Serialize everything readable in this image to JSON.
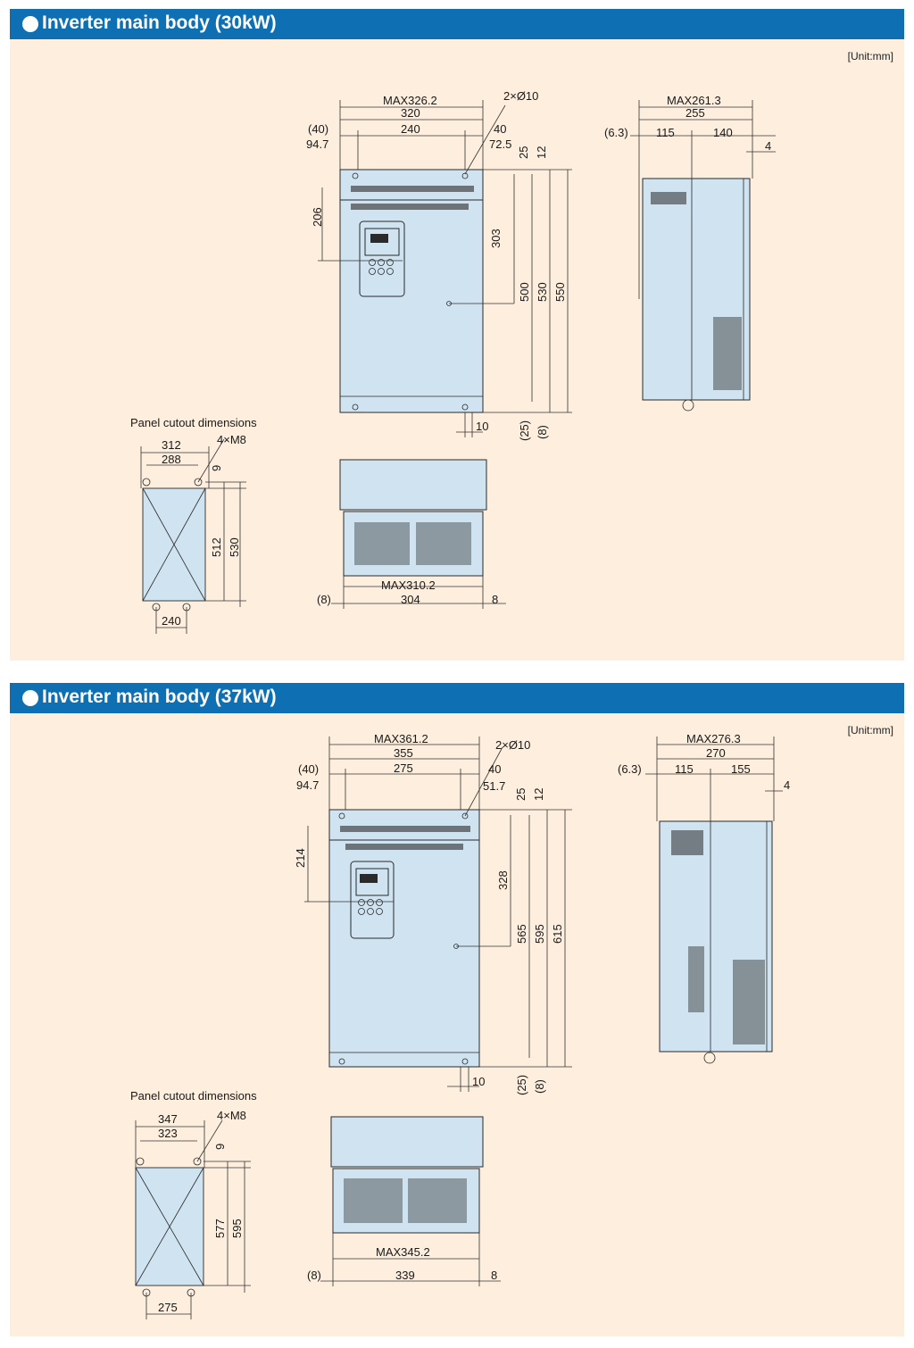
{
  "unit_label": "[Unit:mm]",
  "sections": [
    {
      "title": "Inverter main body (30kW)",
      "panel_label": "Panel cutout dimensions",
      "front": {
        "max_width": "MAX326.2",
        "width": "320",
        "hole_spacing": "240",
        "holes": "2×Ø10",
        "left_offset": "(40)",
        "left_inner": "94.7",
        "right_offset": "40",
        "right_inner": "72.5",
        "top_a": "25",
        "top_b": "12",
        "keypad_height": "206",
        "hole_to_center": "303",
        "h1": "500",
        "h2": "530",
        "h3": "550",
        "bottom_gap": "10",
        "bottom_a": "(25)",
        "bottom_b": "(8)"
      },
      "side": {
        "max_depth": "MAX261.3",
        "depth": "255",
        "left_gap": "(6.3)",
        "d1": "115",
        "d2": "140",
        "flange": "4"
      },
      "bottom": {
        "max_width": "MAX310.2",
        "width": "304",
        "left": "(8)",
        "right": "8"
      },
      "cutout": {
        "outer": "312",
        "inner": "288",
        "screws": "4×M8",
        "top": "9",
        "h1": "512",
        "h2": "530",
        "bottom": "240"
      }
    },
    {
      "title": "Inverter main body (37kW)",
      "panel_label": "Panel cutout dimensions",
      "front": {
        "max_width": "MAX361.2",
        "width": "355",
        "hole_spacing": "275",
        "holes": "2×Ø10",
        "left_offset": "(40)",
        "left_inner": "94.7",
        "right_offset": "40",
        "right_inner": "51.7",
        "top_a": "25",
        "top_b": "12",
        "keypad_height": "214",
        "hole_to_center": "328",
        "h1": "565",
        "h2": "595",
        "h3": "615",
        "bottom_gap": "10",
        "bottom_a": "(25)",
        "bottom_b": "(8)"
      },
      "side": {
        "max_depth": "MAX276.3",
        "depth": "270",
        "left_gap": "(6.3)",
        "d1": "115",
        "d2": "155",
        "flange": "4"
      },
      "bottom": {
        "max_width": "MAX345.2",
        "width": "339",
        "left": "(8)",
        "right": "8"
      },
      "cutout": {
        "outer": "347",
        "inner": "323",
        "screws": "4×M8",
        "top": "9",
        "h1": "577",
        "h2": "595",
        "bottom": "275"
      }
    }
  ]
}
